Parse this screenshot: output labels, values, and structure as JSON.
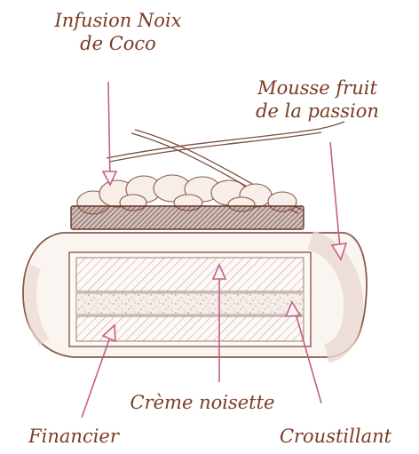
{
  "labels": {
    "infusion": {
      "line1": "Infusion Noix",
      "line2": "de Coco"
    },
    "mousse": {
      "line1": "Mousse fruit",
      "line2": "de la passion"
    },
    "creme": "Crème noisette",
    "financier": "Financier",
    "croustillant": "Croustillant"
  },
  "colors": {
    "ink": "#7a3b22",
    "pencil": "#8a5a48",
    "arrow": "#c2608a",
    "glaze": "#7a4a3c",
    "mousse_shadow": "#ead8d2"
  }
}
